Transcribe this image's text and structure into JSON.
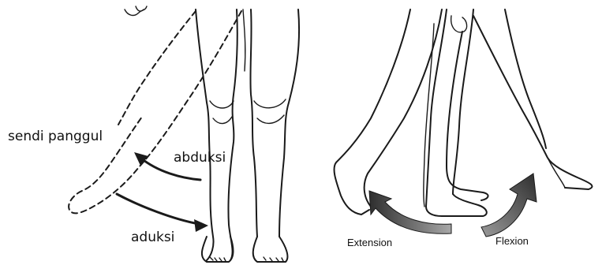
{
  "labels": {
    "hip_joint": "sendi panggul",
    "abduction": "abduksi",
    "adduction": "aduksi",
    "extension": "Extension",
    "flexion": "Flexion"
  },
  "icons": {
    "abduction_arrow": "curved-arrow-left",
    "adduction_arrow": "curved-arrow-right",
    "extension_arrow": "shaded-curved-arrow",
    "flexion_arrow": "shaded-curved-arrow"
  },
  "colors": {
    "ink": "#1a1a1a",
    "shade_dark": "#3a3a3a",
    "shade_light": "#9a9a9a",
    "background": "#ffffff"
  }
}
